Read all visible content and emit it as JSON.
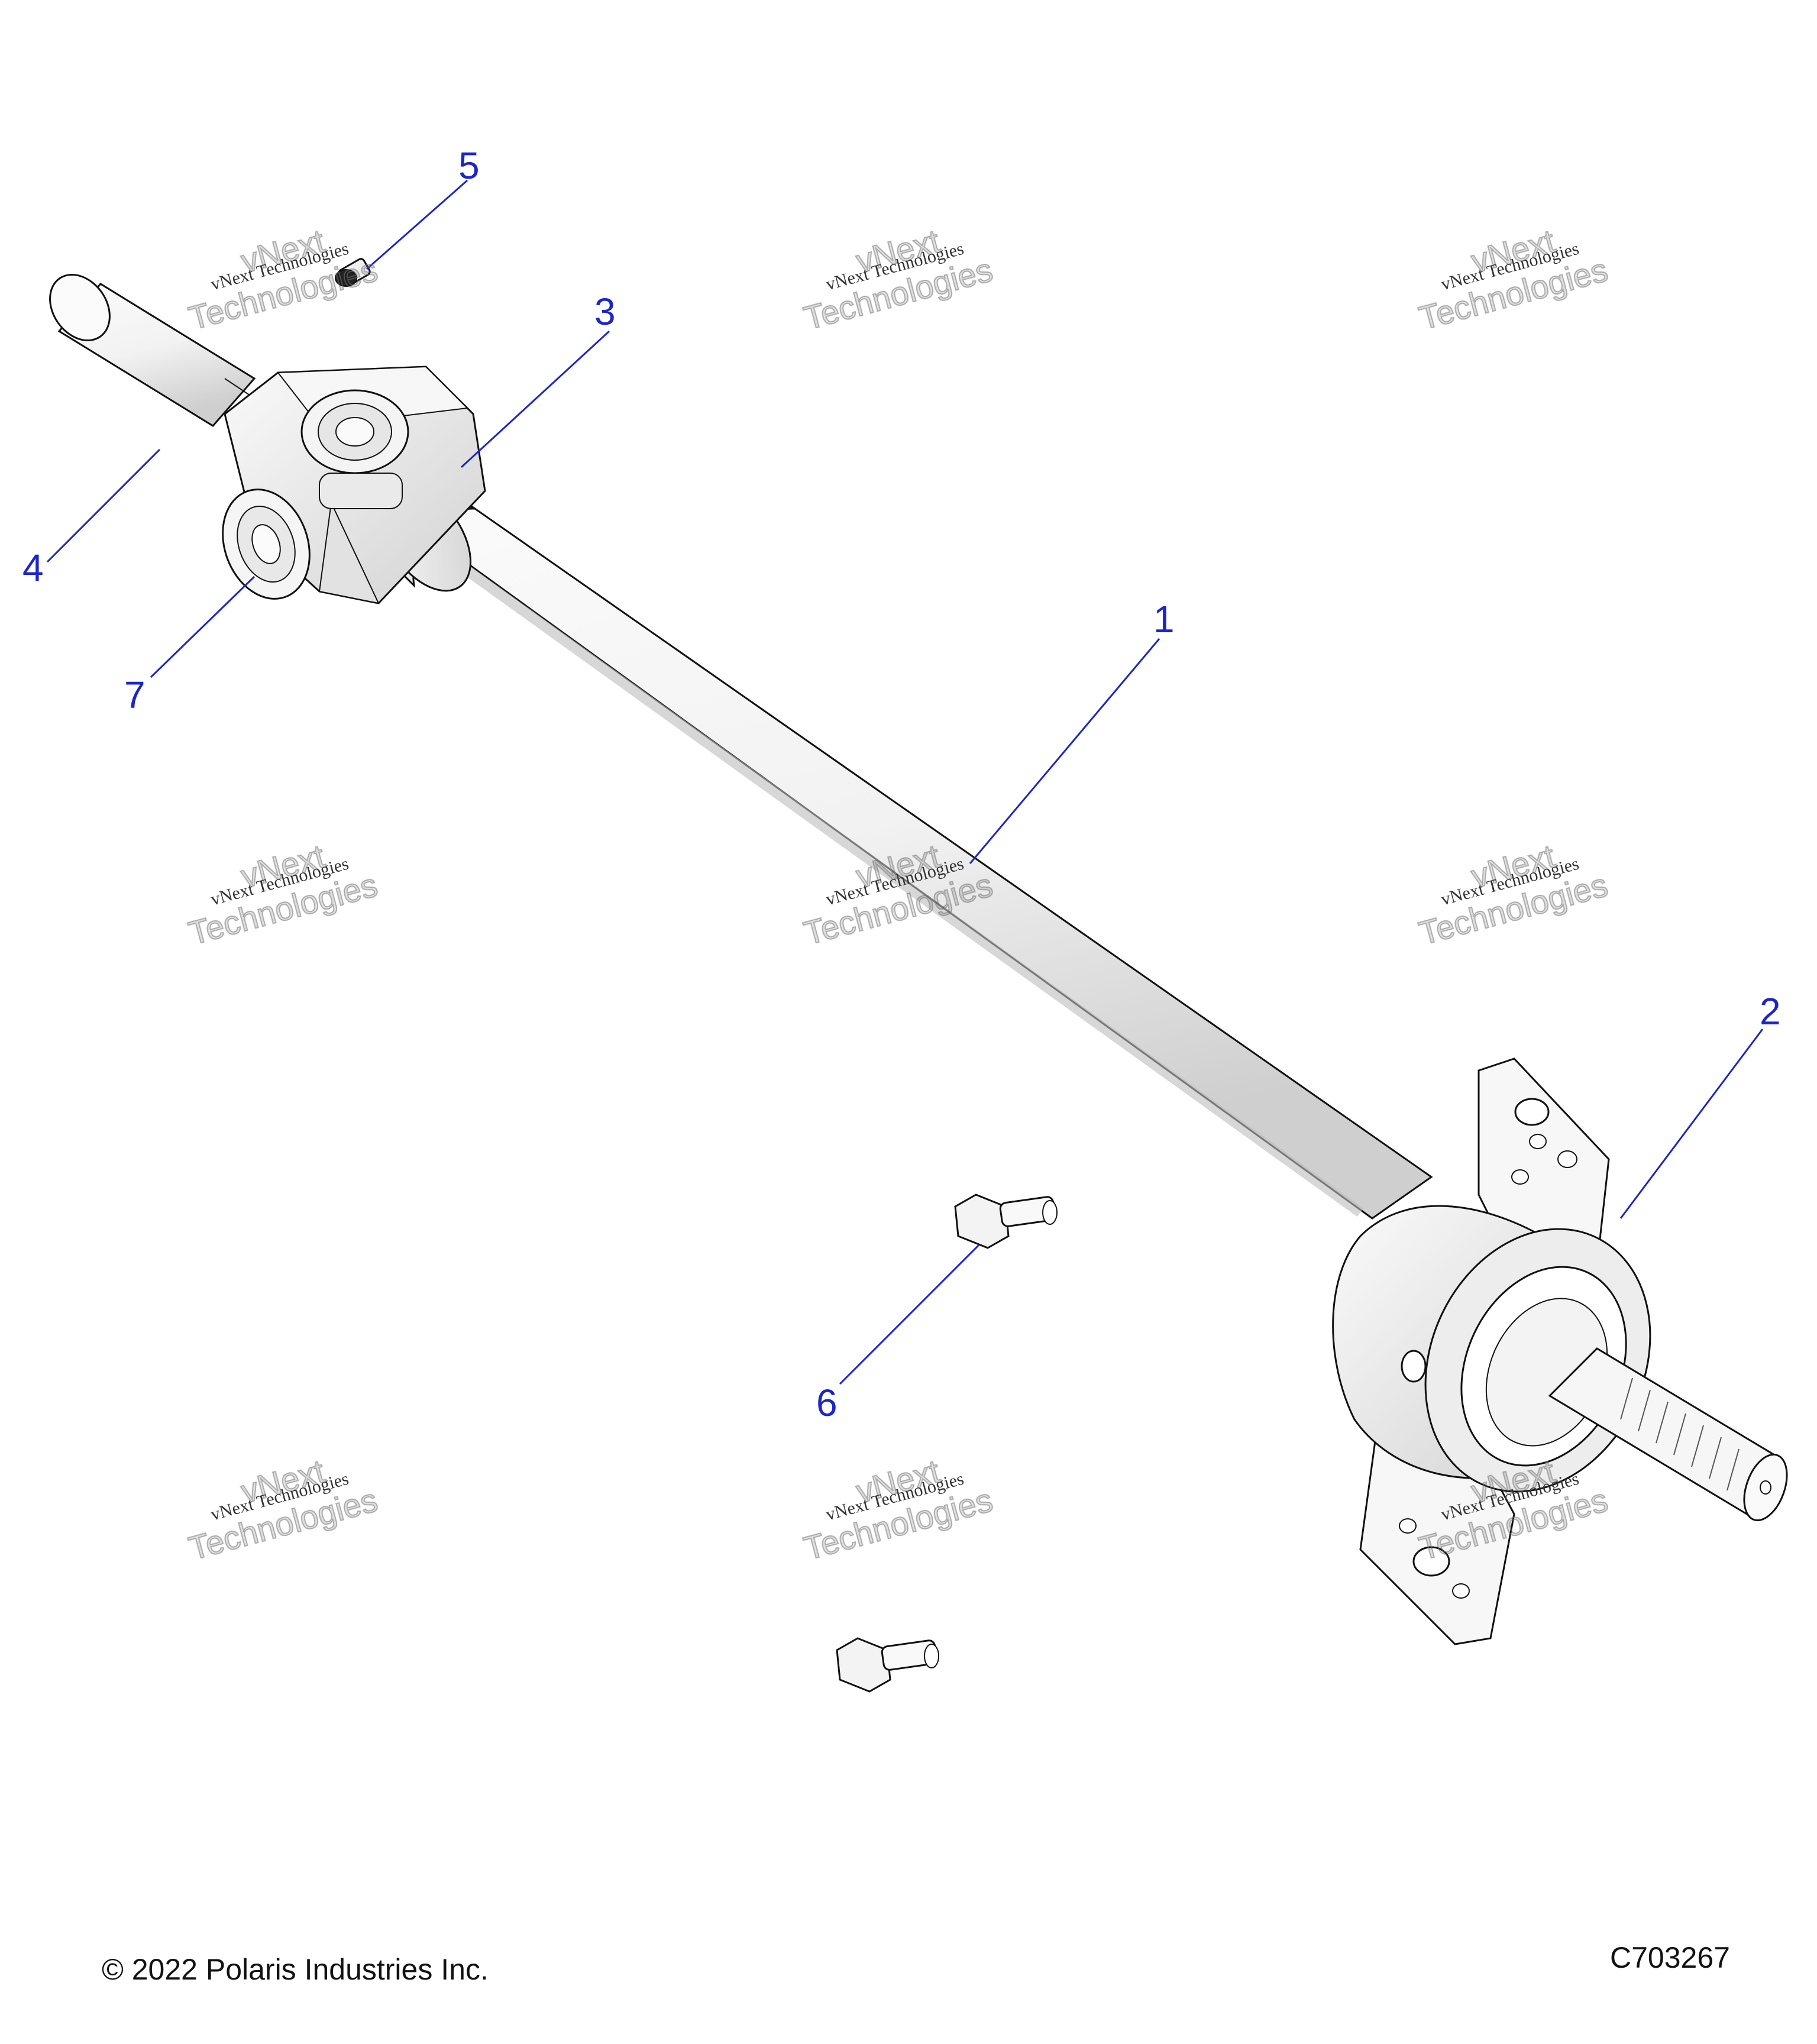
{
  "callouts": {
    "c1": "1",
    "c2": "2",
    "c3": "3",
    "c4": "4",
    "c5": "5",
    "c6": "6",
    "c7": "7"
  },
  "footer": {
    "copyright": "© 2022 Polaris Industries Inc.",
    "figure_code": "C703267"
  },
  "watermark": {
    "line1": "vNext Technologies",
    "line2": "vNext",
    "line3": "Technologies"
  },
  "colors": {
    "callout": "#1c25c9",
    "outline": "#111111",
    "part_fill": "#f6f6f6",
    "part_shade": "#d8d8d8"
  }
}
